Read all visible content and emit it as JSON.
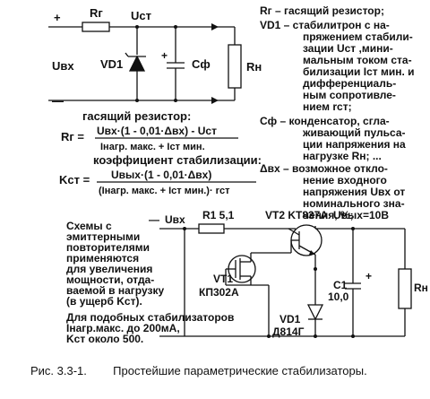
{
  "top_circuit": {
    "rg_label": "Rг",
    "ust_label": "Uст",
    "uvx_label": "Uвх",
    "vd1_label": "VD1",
    "cf_label": "Cф",
    "rn_label": "Rн",
    "plus_sign": "+",
    "minus_top": "+",
    "minus_bottom": "—"
  },
  "legend": {
    "rg": "Rг – гасящий резистор;",
    "vd1_lines": [
      "VD1 – стабилитрон с на-",
      "пряжением стабили-",
      "зации Uст ,мини-",
      "мальным током ста-",
      "билизации Iст мин. и",
      "дифференциаль-",
      "ным сопротивле-",
      "нием rст;"
    ],
    "cf_lines": [
      "Cф – конденсатор, сгла-",
      "живающий пульса-",
      "ции напряжения на",
      "нагрузке Rн; ..."
    ],
    "dvx_lines": [
      "Δвх – возможное откло-",
      "нение входного",
      "напряжения Uвх от",
      "номинального зна-",
      "чения, %;"
    ]
  },
  "formulas": {
    "rg_title": "гасящий резистор:",
    "rg_lhs": "Rг =",
    "rg_num": "Uвх·(1 - 0,01·Δвх) - Uст",
    "rg_den": "Iнагр. макс. + Iст мин.",
    "k_title": "коэффициент стабилизации:",
    "k_lhs": "Kст =",
    "k_num": "Uвых·(1 - 0,01·Δвх)",
    "k_den": "(Iнагр. макс. + Iст мин.)· rст"
  },
  "bottom_circuit": {
    "uvx_label": "Uвх",
    "r1_label": "R1  5,1",
    "vt2_label": "VT2  KT837A",
    "uvyh_label": "Uвых=10В",
    "vt1_label": "VT1",
    "vt1_part": "КП302А",
    "c1_label": "C1",
    "c1_value": "10,0",
    "rn_label": "Rн",
    "vd1_label": "VD1",
    "vd1_part": "Д814Г",
    "minus_sign": "—",
    "plus_sign": "+"
  },
  "notes": {
    "emitter_lines": [
      "Схемы с",
      "эмиттерными",
      "повторителями",
      "применяются",
      "для увеличения",
      "мощности, отда-",
      "ваемой в нагрузку",
      "(в ущерб Kст)."
    ],
    "similar_lines": [
      "Для подобных стабилизаторов",
      "Iнагр.макс. до 200мА,",
      "Kст около 500."
    ]
  },
  "caption": {
    "number": "Рис. 3.3-1.",
    "text": "Простейшие параметрические стабилизаторы."
  }
}
